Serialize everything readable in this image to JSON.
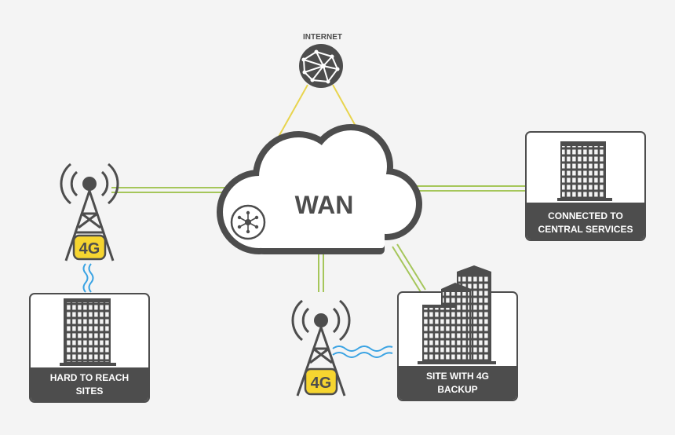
{
  "internet": {
    "label": "INTERNET"
  },
  "wan": {
    "label": "WAN"
  },
  "nodes": {
    "central": {
      "label_line1": "CONNECTED TO",
      "label_line2": "CENTRAL SERVICES"
    },
    "hard_to_reach": {
      "label_line1": "HARD TO REACH",
      "label_line2": "SITES"
    },
    "backup": {
      "label_line1": "SITE WITH 4G",
      "label_line2": "BACKUP"
    }
  },
  "towers": {
    "left": {
      "badge": "4G"
    },
    "center": {
      "badge": "4G"
    }
  },
  "colors": {
    "background": "#f4f4f4",
    "dark": "#4d4d4d",
    "link_green": "#a5c65a",
    "link_yellow": "#e8d44d",
    "badge_yellow": "#f6d530",
    "wireless_blue": "#3aa3e3"
  }
}
